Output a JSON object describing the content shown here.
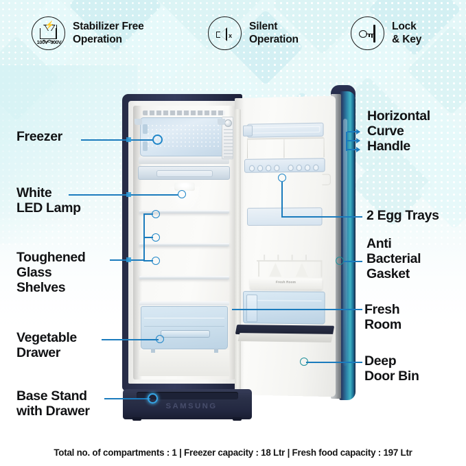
{
  "header": {
    "features": [
      {
        "icon": "stabilizer-icon",
        "label": "Stabilizer Free\nOperation",
        "voltage": "100V~300V"
      },
      {
        "icon": "muted-speaker-icon",
        "label": "Silent\nOperation"
      },
      {
        "icon": "lock-key-icon",
        "label": "Lock\n& Key"
      }
    ]
  },
  "product": {
    "brand": "SAMSUNG",
    "fresh_room_badge": "Fresh Room"
  },
  "callouts": {
    "left": [
      {
        "name": "freezer",
        "label": "Freezer"
      },
      {
        "name": "white-led-lamp",
        "label": "White\nLED Lamp"
      },
      {
        "name": "toughened-glass-shelves",
        "label": "Toughened\nGlass\nShelves"
      },
      {
        "name": "vegetable-drawer",
        "label": "Vegetable\nDrawer"
      },
      {
        "name": "base-stand-with-drawer",
        "label": "Base Stand\nwith Drawer"
      }
    ],
    "right": [
      {
        "name": "horizontal-curve-handle",
        "label": "Horizontal\nCurve\nHandle"
      },
      {
        "name": "2-egg-trays",
        "label": "2 Egg Trays"
      },
      {
        "name": "anti-bacterial-gasket",
        "label": "Anti\nBacterial\nGasket"
      },
      {
        "name": "fresh-room",
        "label": "Fresh\nRoom"
      },
      {
        "name": "deep-door-bin",
        "label": "Deep\nDoor Bin"
      }
    ]
  },
  "footer": {
    "specs": "Total no. of compartments : 1 | Freezer capacity : 18 Ltr | Fresh food capacity : 197 Ltr"
  },
  "colors": {
    "accent_line": "#1a7bbd",
    "accent_dot": "#1f86c8",
    "background_top": "#e3f7f8",
    "cabinet_navy": "#2b3150",
    "door_teal": "#3fb4c4",
    "text": "#111214"
  }
}
